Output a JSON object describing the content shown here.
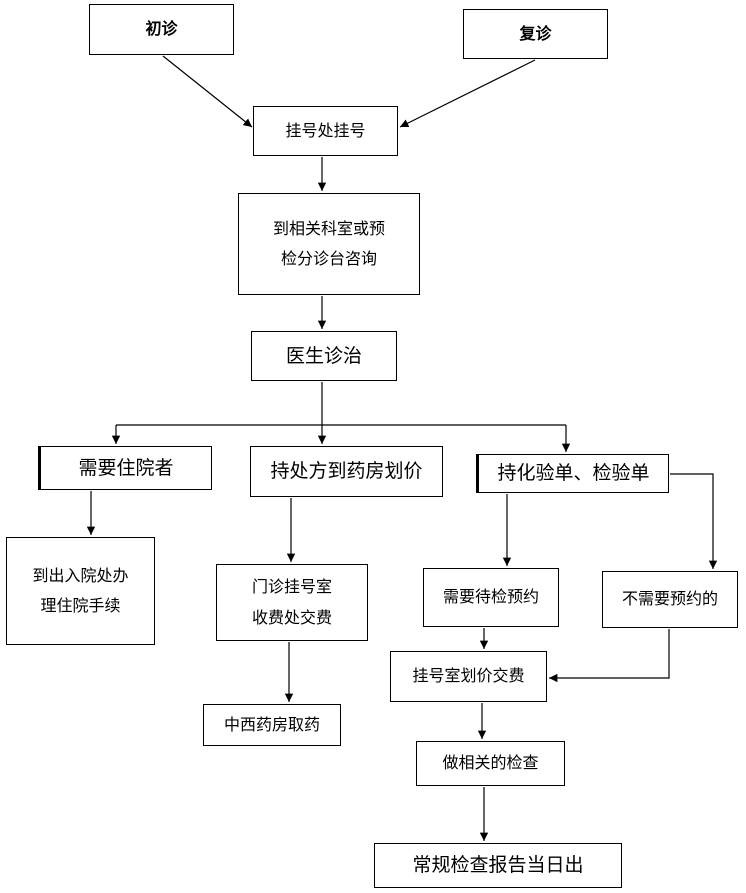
{
  "flowchart": {
    "first_visit": "初诊",
    "return_visit": "复诊",
    "register": "挂号处挂号",
    "consult": "到相关科室或预\n检分诊台咨询",
    "diagnose": "医生诊治",
    "inpatient_needed": "需要住院者",
    "prescription": "持处方到药房划价",
    "lab_orders": "持化验单、检验单",
    "admission": "到出入院处办\n理住院手续",
    "outpatient_payment": "门诊挂号室\n收费处交费",
    "appointment_needed": "需要待检预约",
    "no_appointment": "不需要预约的",
    "pharmacy": "中西药房取药",
    "registration_payment": "挂号室划价交费",
    "examination": "做相关的检查",
    "report": "常规检查报告当日出"
  }
}
